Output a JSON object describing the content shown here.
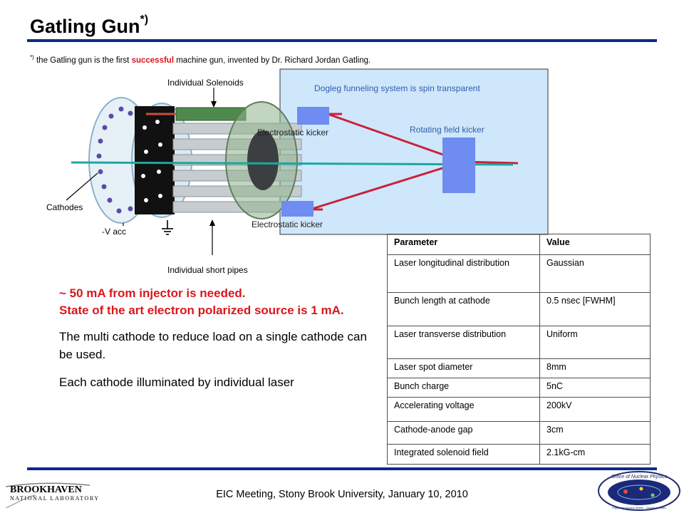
{
  "title": {
    "main": "Gatling Gun",
    "mark": "*)"
  },
  "footnote": {
    "mark": "*)",
    "before": " the Gatling gun is the first ",
    "highlight": "successful",
    "after": " machine gun, invented by Dr. Richard Jordan Gatling."
  },
  "diagram": {
    "labels": {
      "solenoids": "Individual Solenoids",
      "dogleg": "Dogleg funneling system is spin transparent",
      "rotating": "Rotating field  kicker",
      "kicker_top": "Electrostatic kicker",
      "kicker_bottom": "Electrostatic kicker",
      "cathodes": "Cathodes",
      "vacc": "-V acc",
      "pipes": "Individual short pipes"
    }
  },
  "text": {
    "red_lines": [
      "~ 50 mA from injector is needed.",
      "State of the art electron polarized source is 1 mA."
    ],
    "p1": "The multi cathode to reduce load on a single cathode can be used.",
    "p2": "Each cathode illuminated by individual laser"
  },
  "table": {
    "headers": [
      "Parameter",
      "Value"
    ],
    "rows": [
      [
        "Laser longitudinal distribution",
        "Gaussian"
      ],
      [
        "Bunch length at cathode",
        "0.5 nsec [FWHM]"
      ],
      [
        "Laser transverse distribution",
        "Uniform"
      ],
      [
        "Laser spot diameter",
        "8mm"
      ],
      [
        "Bunch charge",
        "5nC"
      ],
      [
        "Accelerating voltage",
        "200kV"
      ],
      [
        "Cathode-anode gap",
        "3cm"
      ],
      [
        "Integrated solenoid field",
        "2.1kG-cm"
      ]
    ]
  },
  "footer": {
    "text": "EIC Meeting, Stony Brook University, January 10, 2010"
  },
  "logos": {
    "bnl_name": "BROOKHAVEN",
    "bnl_sub": "NATIONAL LABORATORY",
    "seal_name": "Office of Nuclear Physics",
    "seal_motto": "Exploring Nuclear Matter - Quarks to Stars"
  },
  "colors": {
    "rule": "#0b2a8c",
    "highlight": "#d9171c",
    "panel": "#cfe7fb",
    "kicker": "#6f8cf0",
    "beam_red": "#c8233b",
    "beam_teal": "#1aa8a0"
  }
}
